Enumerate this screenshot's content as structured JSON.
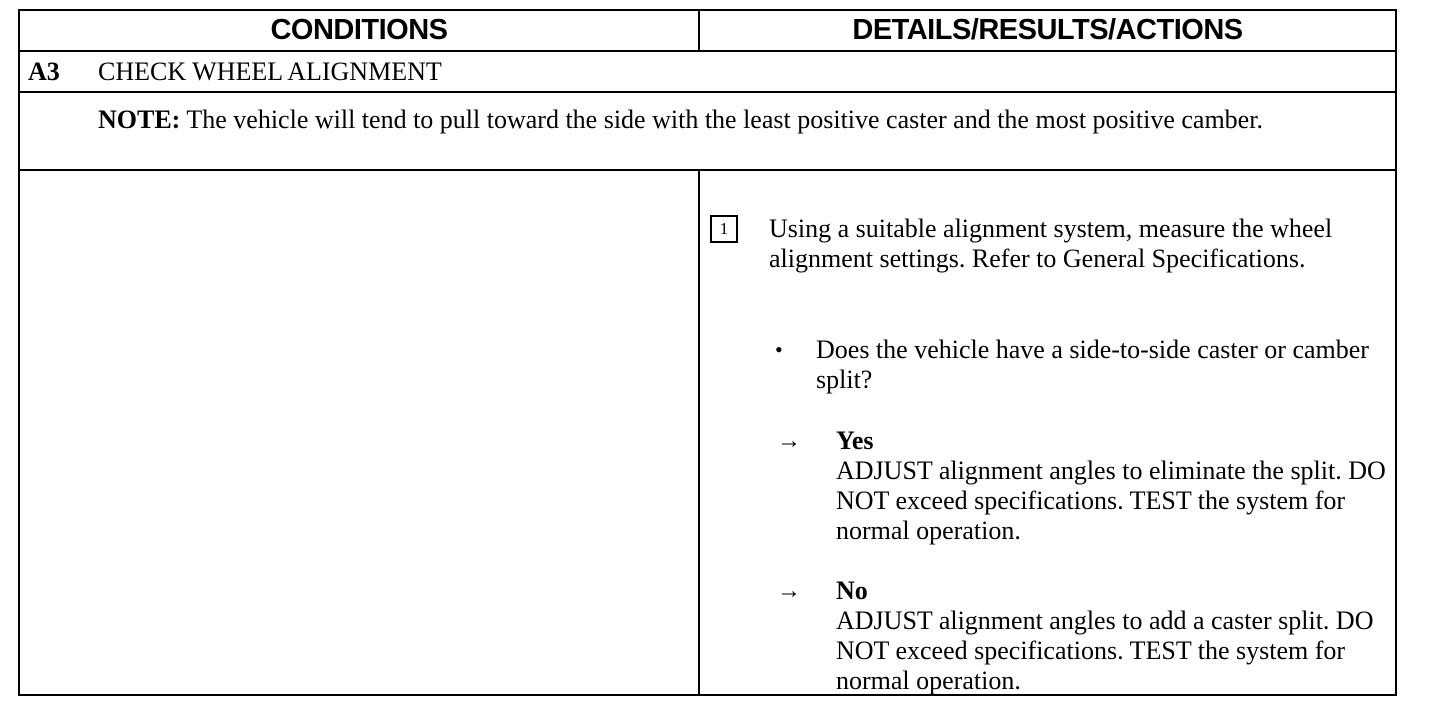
{
  "header": {
    "conditions": "CONDITIONS",
    "details": "DETAILS/RESULTS/ACTIONS"
  },
  "step": {
    "code": "A3",
    "title": "CHECK WHEEL ALIGNMENT"
  },
  "note": {
    "label": "NOTE:",
    "text": "The vehicle will tend to pull toward the side with the least positive caster and the most positive camber."
  },
  "details": {
    "step_number": "1",
    "instruction": "Using a suitable alignment system, measure the wheel alignment settings. Refer to General Specifications.",
    "bullet": "•",
    "question": "Does the vehicle have a side-to-side caster or camber split?",
    "arrow": "→",
    "yes": {
      "label": "Yes",
      "action": "ADJUST alignment angles to eliminate the split. DO NOT exceed specifications. TEST the system for normal operation."
    },
    "no": {
      "label": "No",
      "action": "ADJUST alignment angles to add a caster split. DO NOT exceed specifications. TEST the system for normal operation."
    }
  }
}
